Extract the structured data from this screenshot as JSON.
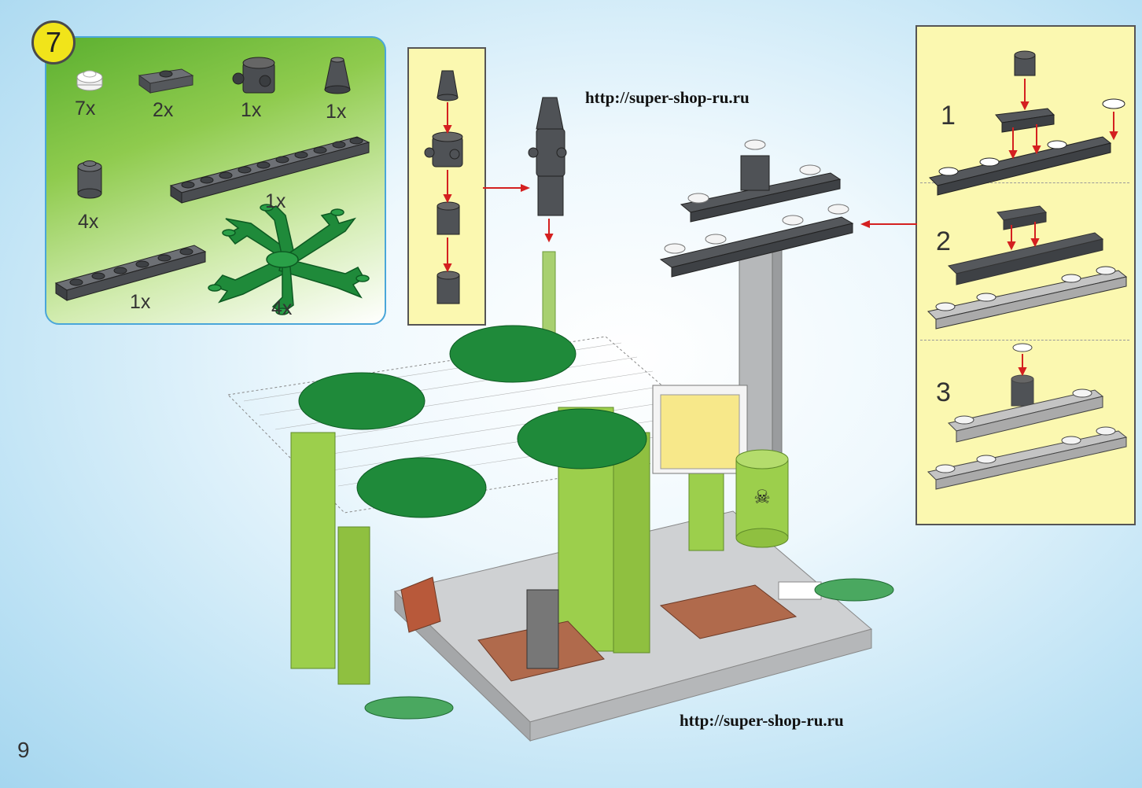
{
  "step": {
    "number": "7"
  },
  "parts": [
    {
      "name": "round-stud-white",
      "qty": "7x"
    },
    {
      "name": "plate-1x2-dark",
      "qty": "2x"
    },
    {
      "name": "brick-studs-sides",
      "qty": "1x"
    },
    {
      "name": "cone",
      "qty": "1x"
    },
    {
      "name": "round-brick",
      "qty": "4x"
    },
    {
      "name": "plate-1x10",
      "qty": "1x"
    },
    {
      "name": "plate-1x6",
      "qty": "1x"
    },
    {
      "name": "leaves",
      "qty": "4x"
    }
  ],
  "watermarks": {
    "top": "http://super-shop-ru.ru",
    "bottom": "http://super-shop-ru.ru"
  },
  "substeps": [
    "1",
    "2",
    "3"
  ],
  "page_number": "9",
  "colors": {
    "accent_blue": "#4aa6d9",
    "badge_yellow": "#f1e41a",
    "lime": "#9ccf4c",
    "dark_brick": "#3e4145",
    "arrow_red": "#d42020"
  }
}
